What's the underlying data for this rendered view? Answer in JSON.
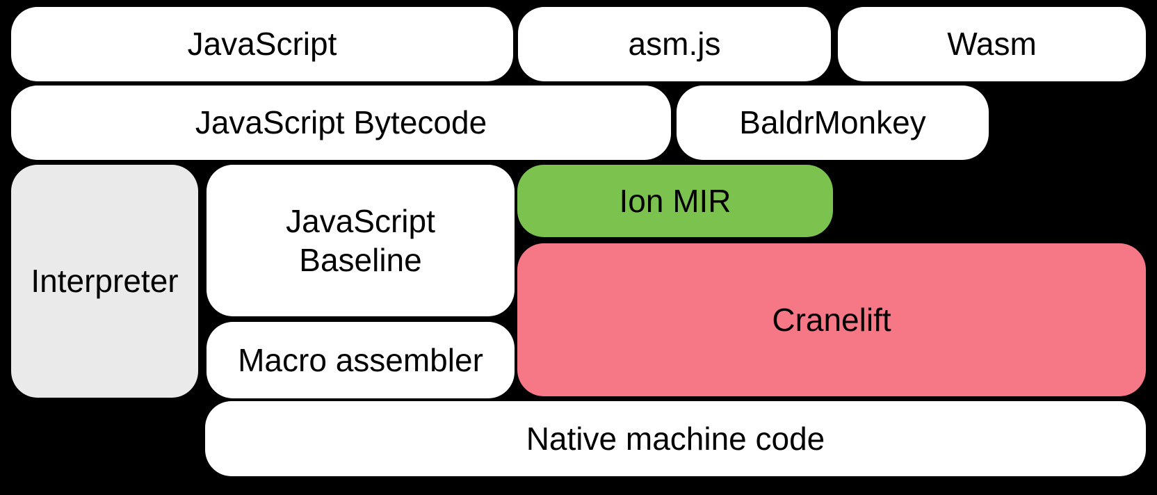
{
  "colors": {
    "background": "#000000",
    "box_white": "#FFFFFF",
    "box_gray": "#EAEAEA",
    "box_green": "#7BC24F",
    "box_pink": "#F67886",
    "text": "#000000"
  },
  "boxes": {
    "javascript": {
      "label": "JavaScript"
    },
    "asmjs": {
      "label": "asm.js"
    },
    "wasm": {
      "label": "Wasm"
    },
    "js_bytecode": {
      "label": "JavaScript Bytecode"
    },
    "baldrmonkey": {
      "label": "BaldrMonkey"
    },
    "interpreter": {
      "label": "Interpreter"
    },
    "js_baseline": {
      "label": "JavaScript\nBaseline"
    },
    "ion_mir": {
      "label": "Ion MIR"
    },
    "cranelift": {
      "label": "Cranelift"
    },
    "macro_assembler": {
      "label": "Macro assembler"
    },
    "native_machine_code": {
      "label": "Native machine code"
    }
  }
}
